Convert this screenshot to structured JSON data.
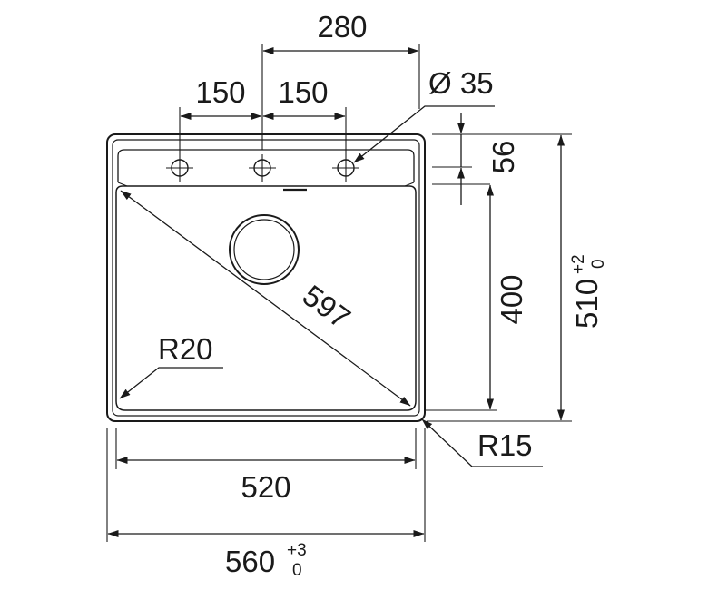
{
  "drawing": {
    "dims": {
      "tap_span": "280",
      "tap_left": "150",
      "tap_right": "150",
      "hole_diameter": "Ø 35",
      "deck_depth": "56",
      "bowl_depth": "400",
      "outer_depth": "510",
      "outer_depth_tol_upper": "+2",
      "outer_depth_tol_lower": "0",
      "diagonal": "597",
      "inner_radius": "R20",
      "bowl_width": "520",
      "outer_width": "560",
      "outer_width_tol_upper": "+3",
      "outer_width_tol_lower": "0",
      "outer_radius": "R15"
    },
    "colors": {
      "line": "#1a1a1a",
      "background": "#ffffff"
    }
  }
}
